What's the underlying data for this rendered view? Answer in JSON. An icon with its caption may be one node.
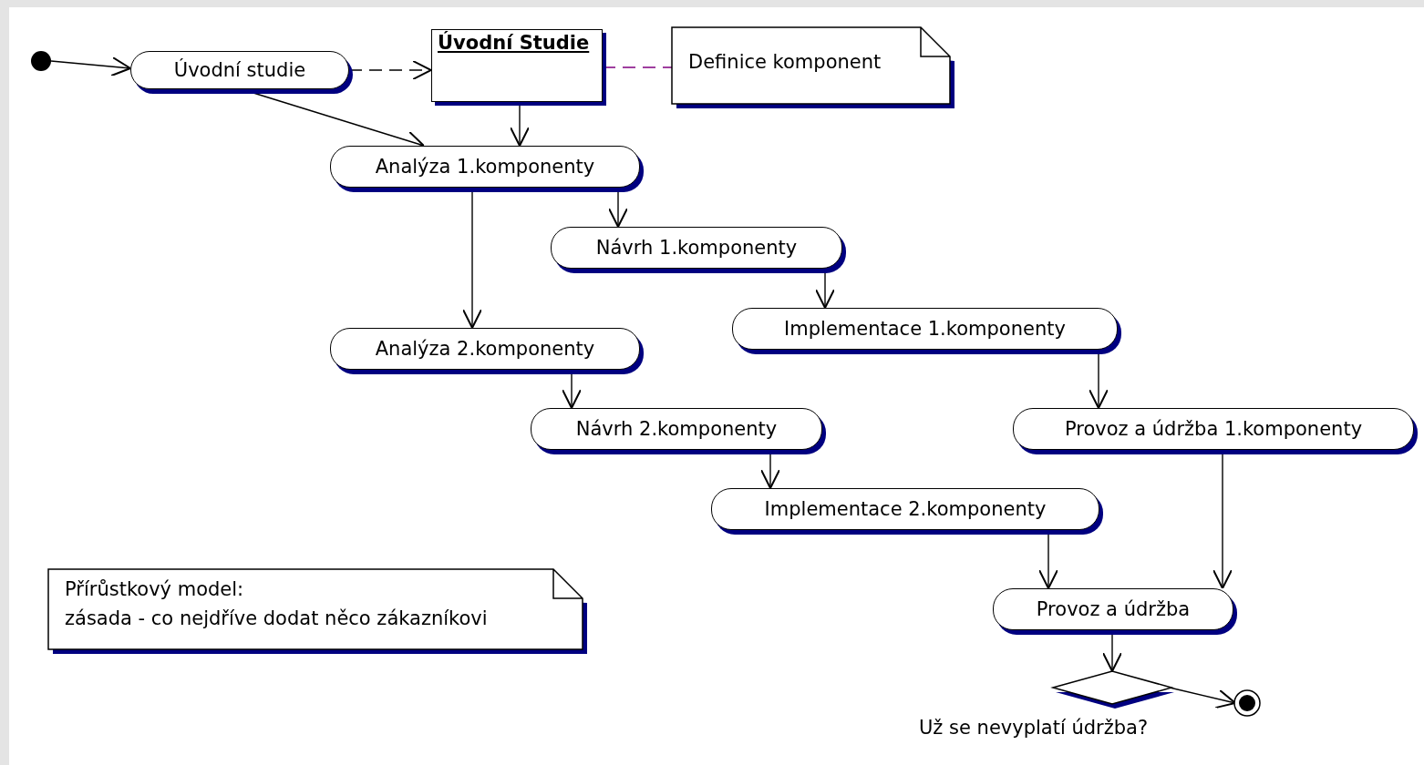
{
  "diagram": {
    "nodes": [
      {
        "text": [],
        "shape": "circle"
      },
      {
        "text": [
          "Úvodní studie"
        ]
      },
      {
        "text": [
          "Úvodní Studie"
        ]
      },
      {
        "text": [
          "Definice komponent"
        ]
      },
      {
        "text": [
          "Analýza 1.komponenty"
        ]
      },
      {
        "text": [
          "Návrh 1.komponenty"
        ]
      },
      {
        "text": [
          "Implementace 1.komponenty"
        ]
      },
      {
        "text": [
          "Provoz a údržba 1.komponenty"
        ]
      },
      {
        "text": [
          "Analýza 2.komponenty"
        ]
      },
      {
        "text": [
          "Návrh 2.komponenty"
        ]
      },
      {
        "text": [
          "Implementace 2.komponenty"
        ]
      },
      {
        "text": [
          "Provoz a údržba"
        ]
      },
      {
        "text": [],
        "shape": "diamond",
        "beside": [
          "Už se nevyplatí údržba?"
        ]
      },
      {
        "text": [],
        "shape": "circle"
      },
      {
        "text": [
          "Přírůstkový model:",
          "zásada - co nejdříve dodat něco zákazníkovi"
        ]
      }
    ],
    "edges": [
      {
        "from": 0,
        "to": 1,
        "arrow": "to"
      },
      {
        "from": 1,
        "to": 2,
        "arrow": "to",
        "style": "dashed"
      },
      {
        "from": 2,
        "to": 3,
        "arrow": "none",
        "style": "dashed",
        "color": "#800080"
      },
      {
        "from": 1,
        "to": 4,
        "arrow": "to"
      },
      {
        "from": 2,
        "to": 4,
        "arrow": "to"
      },
      {
        "from": 4,
        "to": 5,
        "arrow": "to"
      },
      {
        "from": 4,
        "to": 8,
        "arrow": "to"
      },
      {
        "from": 5,
        "to": 6,
        "arrow": "to"
      },
      {
        "from": 6,
        "to": 7,
        "arrow": "to"
      },
      {
        "from": 8,
        "to": 9,
        "arrow": "to"
      },
      {
        "from": 9,
        "to": 10,
        "arrow": "to"
      },
      {
        "from": 10,
        "to": 11,
        "arrow": "to"
      },
      {
        "from": 7,
        "to": 11,
        "arrow": "to"
      },
      {
        "from": 11,
        "to": 12,
        "arrow": "to"
      },
      {
        "from": 12,
        "to": 13,
        "arrow": "to"
      }
    ]
  }
}
